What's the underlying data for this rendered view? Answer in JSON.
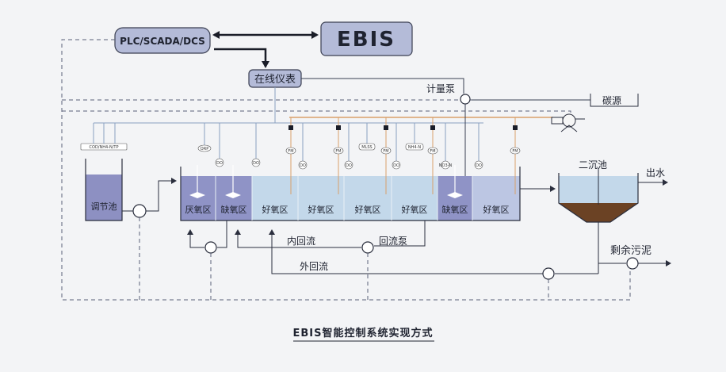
{
  "header": {
    "plc_label": "PLC/SCADA/DCS",
    "ebis_label": "EBIS",
    "online_instrument_label": "在线仪表"
  },
  "labels": {
    "metering_pump": "计量泵",
    "carbon_source": "碳源",
    "secondary_clarifier": "二沉池",
    "effluent": "出水",
    "internal_recycle": "内回流",
    "recycle_pump": "回流泵",
    "external_recycle": "外回流",
    "excess_sludge": "剩余污泥"
  },
  "tanks": [
    {
      "label": "调节池"
    },
    {
      "label": "厌氧区"
    },
    {
      "label": "缺氧区"
    },
    {
      "label": "好氧区"
    },
    {
      "label": "好氧区"
    },
    {
      "label": "好氧区"
    },
    {
      "label": "好氧区"
    },
    {
      "label": "缺氧区"
    },
    {
      "label": "好氧区"
    }
  ],
  "sensors": {
    "cod": "COD/NH4-N/TP",
    "orp": "ORP",
    "do": "DO",
    "fm": "FM",
    "mlss": "MLSS",
    "nh4": "NH4-N",
    "no3": "NO3-N"
  },
  "caption": "EBIS智能控制系统实现方式",
  "colors": {
    "line": "#3a3f52",
    "dashed": "#5a6078",
    "anoxic": "#8f93c6",
    "aerobic": "#c3d8ea",
    "equalization": "#8d90c2",
    "sludge": "#6b4224",
    "clarifier_water": "#c3d8ea",
    "pipe_orange": "#d9a06a",
    "box_fill": "#b4bbd8"
  }
}
